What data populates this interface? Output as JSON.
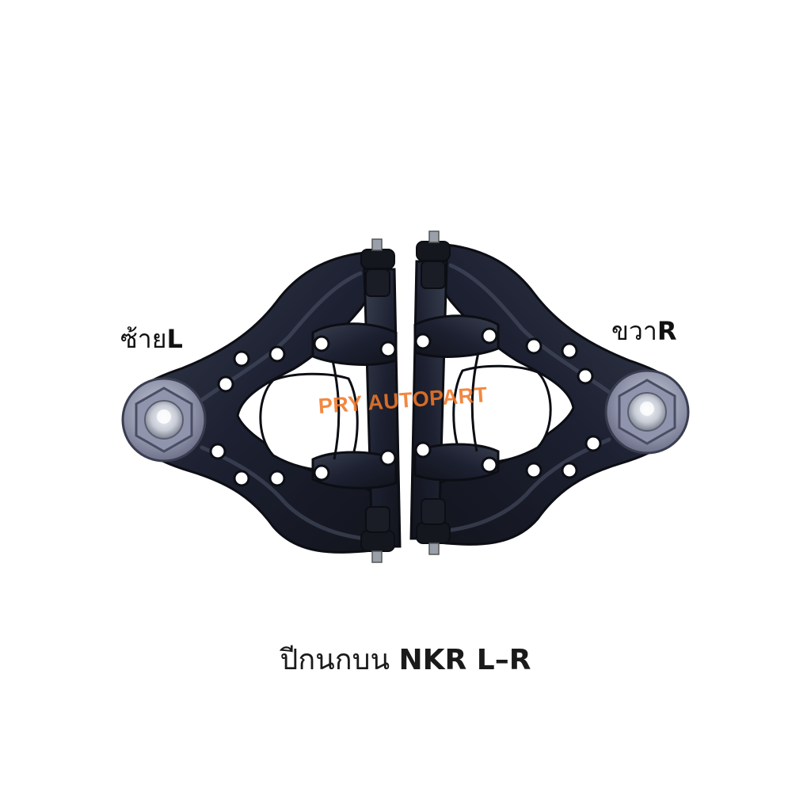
{
  "labels": {
    "left_th": "ซ้าย",
    "left_letter": "L",
    "right_th": "ขวา",
    "right_letter": "R"
  },
  "watermark": {
    "text": "PRY AUTOPART",
    "color": "#F07828"
  },
  "caption": {
    "prefix": "ปีกนกบน",
    "model": "NKR L–R"
  },
  "colors": {
    "background": "#FFFFFF",
    "arm_metal": "#1E2230",
    "ball_joint_plate": "#8A8FA6"
  },
  "icons": {
    "left_part": "control-arm-left-icon",
    "right_part": "control-arm-right-icon"
  }
}
